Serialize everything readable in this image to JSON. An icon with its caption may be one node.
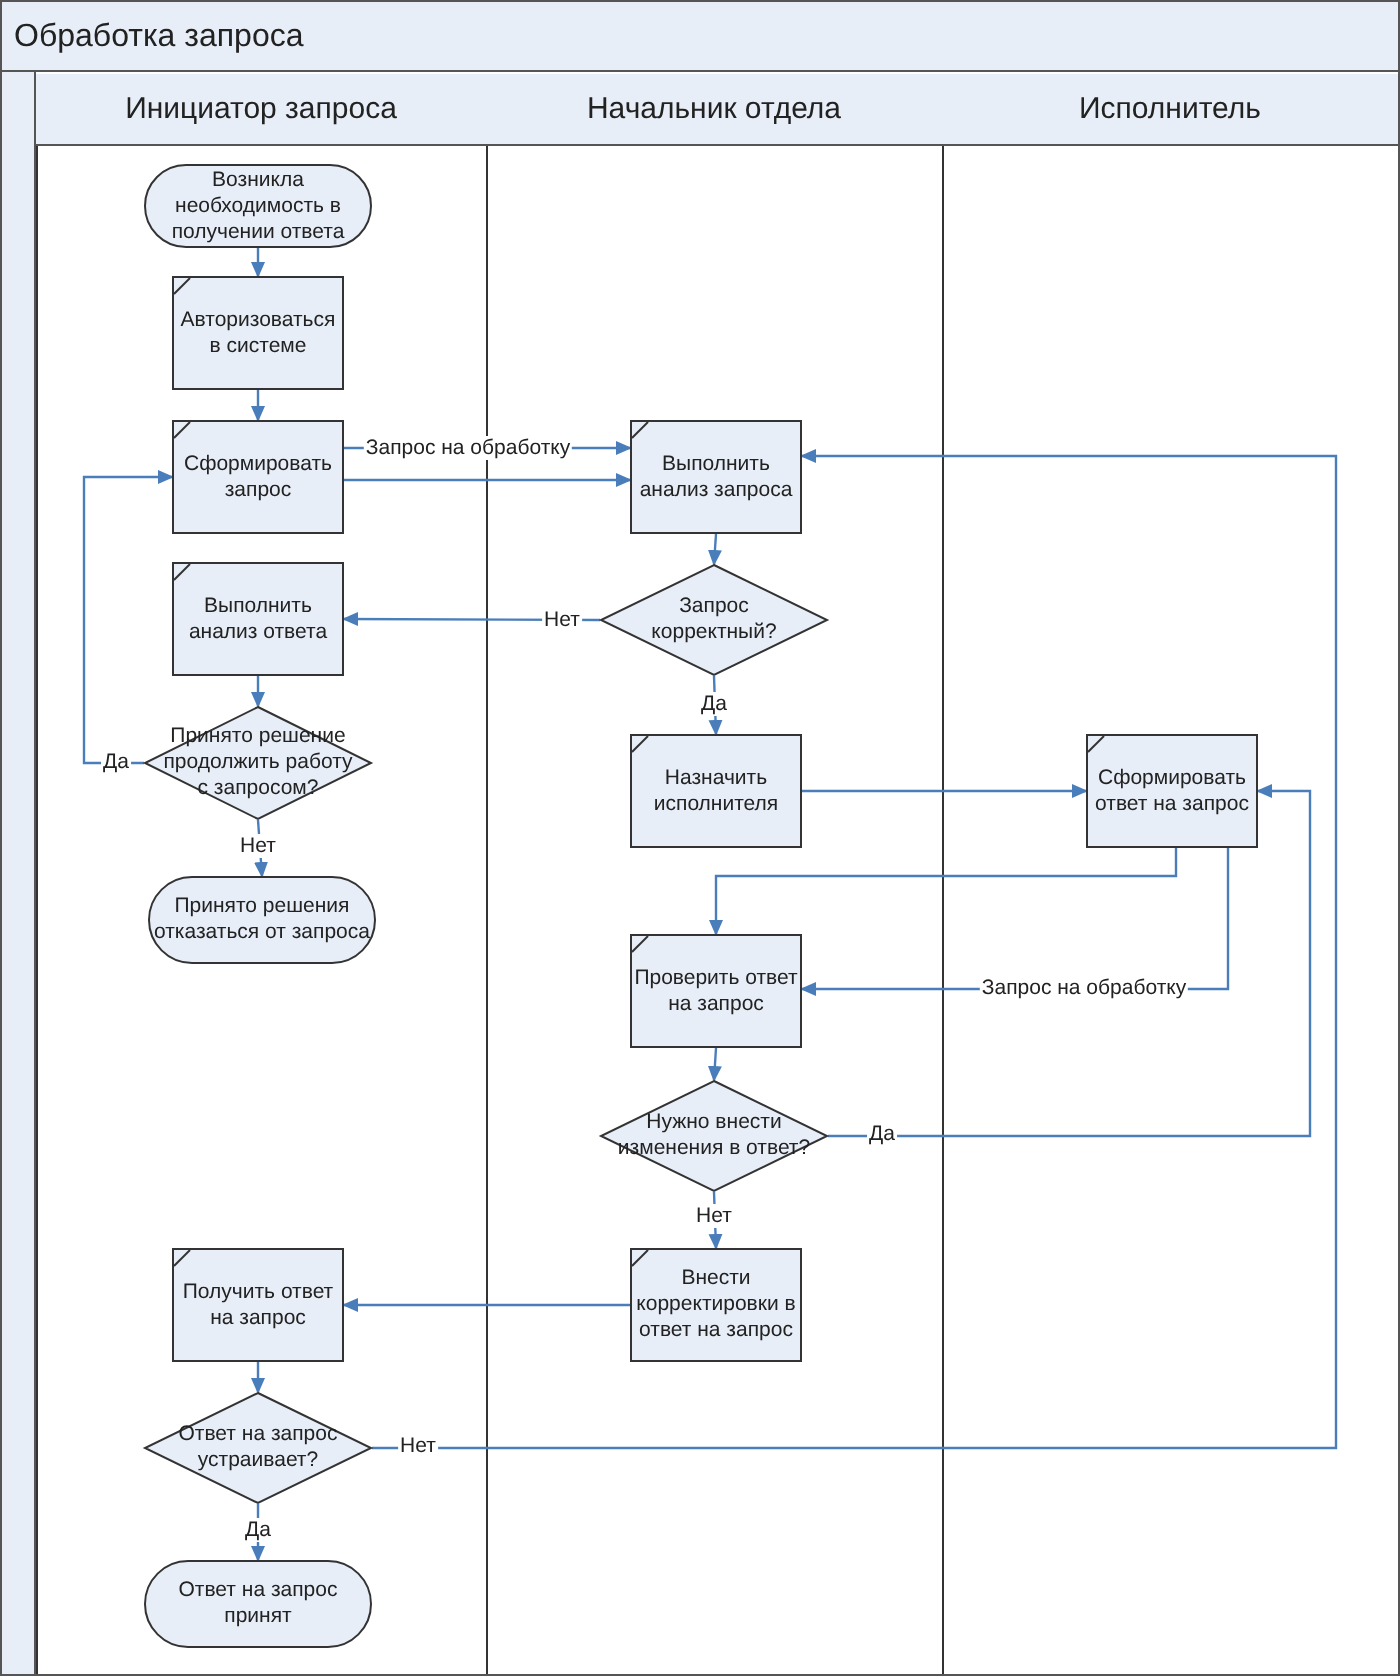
{
  "diagram": {
    "nodes": [
      {
        "text": [
          "Обработка запроса"
        ]
      },
      {
        "text": [
          "Инициатор запроса"
        ],
        "in": 0
      },
      {
        "text": [
          "Начальник отдела"
        ],
        "in": 0
      },
      {
        "text": [
          "Исполнитель"
        ],
        "in": 0
      },
      {
        "text": [
          "Возникла необходимость в получении ответа"
        ],
        "in": 1
      },
      {
        "text": [
          "Авторизоваться в системе"
        ],
        "in": 1
      },
      {
        "text": [
          "Сформировать запрос"
        ],
        "in": 1
      },
      {
        "text": [
          "Выполнить анализ запроса"
        ],
        "in": 2
      },
      {
        "text": [
          "Запрос корректный?"
        ],
        "in": 2
      },
      {
        "text": [
          "Выполнить анализ ответа"
        ],
        "in": 1
      },
      {
        "text": [
          "Принято решение продолжить работу с запросом?"
        ],
        "in": 1
      },
      {
        "text": [
          "Принято решения отказаться от запроса"
        ],
        "in": 1
      },
      {
        "text": [
          "Назначить исполнителя"
        ],
        "in": 2
      },
      {
        "text": [
          "Сформировать ответ на запрос"
        ],
        "in": 3
      },
      {
        "text": [
          "Проверить ответ на запрос"
        ],
        "in": 2
      },
      {
        "text": [
          "Нужно внести изменения в ответ?"
        ],
        "in": 2
      },
      {
        "text": [
          "Внести корректировки в ответ на запрос"
        ],
        "in": 2
      },
      {
        "text": [
          "Получить ответ на запрос"
        ],
        "in": 1
      },
      {
        "text": [
          "Ответ на запрос устраивает?"
        ],
        "in": 1
      },
      {
        "text": [
          "Ответ на запрос принят"
        ],
        "in": 1
      }
    ],
    "edges": [
      {
        "from": 4,
        "to": 5,
        "arrow": "to"
      },
      {
        "from": 5,
        "to": 6,
        "arrow": "to"
      },
      {
        "from": 6,
        "to": 7,
        "arrow": "to",
        "label": "Запрос на обработку"
      },
      {
        "from": 6,
        "to": 7,
        "arrow": "to"
      },
      {
        "from": 7,
        "to": 8,
        "arrow": "to"
      },
      {
        "from": 8,
        "to": 9,
        "arrow": "to",
        "label": "Нет"
      },
      {
        "from": 9,
        "to": 10,
        "arrow": "to"
      },
      {
        "from": 10,
        "to": 6,
        "arrow": "to",
        "label": "Да"
      },
      {
        "from": 10,
        "to": 11,
        "arrow": "to",
        "label": "Нет"
      },
      {
        "from": 8,
        "to": 12,
        "arrow": "to",
        "label": "Да"
      },
      {
        "from": 12,
        "to": 13,
        "arrow": "to"
      },
      {
        "from": 13,
        "to": 14,
        "arrow": "to"
      },
      {
        "from": 13,
        "to": 14,
        "arrow": "to",
        "label": "Запрос на обработку"
      },
      {
        "from": 14,
        "to": 15,
        "arrow": "to"
      },
      {
        "from": 15,
        "to": 13,
        "arrow": "to",
        "label": "Да"
      },
      {
        "from": 15,
        "to": 16,
        "arrow": "to",
        "label": "Нет"
      },
      {
        "from": 16,
        "to": 17,
        "arrow": "to"
      },
      {
        "from": 17,
        "to": 18,
        "arrow": "to"
      },
      {
        "from": 18,
        "to": 7,
        "arrow": "to",
        "label": "Нет"
      },
      {
        "from": 18,
        "to": 19,
        "arrow": "to",
        "label": "Да"
      }
    ]
  }
}
